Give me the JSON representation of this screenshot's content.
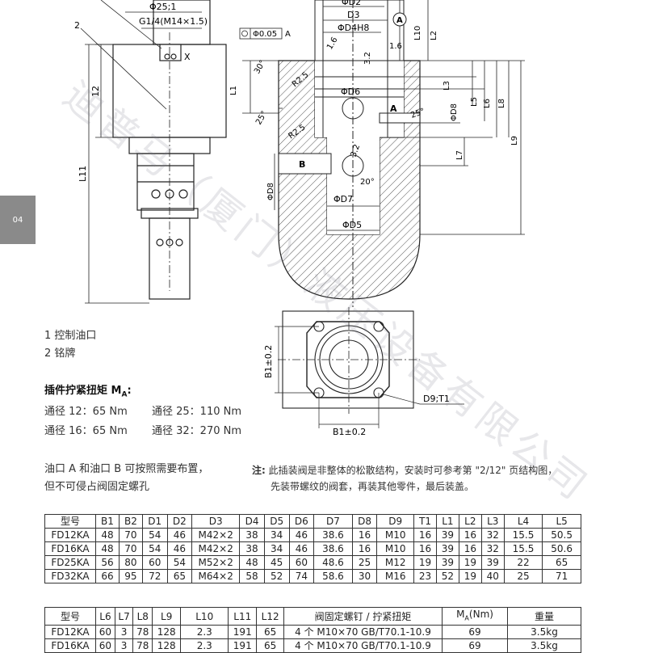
{
  "page_tab": "04",
  "drawing": {
    "labels": {
      "callout_2": "2",
      "phi25": "Φ25;1",
      "g14": "G1/4(M14×1.5)",
      "x_mark": "X",
      "dim_12": "12",
      "dim_l11": "L11",
      "phi_d2": "ΦD2",
      "d3": "D3",
      "phi_d4h8": "ΦD4H8",
      "datum_a": "A",
      "perp": "Φ0.05",
      "perp_ref": "A",
      "l10": "L10",
      "l2": "L2",
      "r16": "1.6",
      "r32": "3.2",
      "r16b": "1.6",
      "ang30": "30°",
      "l1": "L1",
      "r25a": "R2.5",
      "phi_d6": "ΦD6",
      "l3": "L3",
      "l5": "L5",
      "l6": "L6",
      "l8": "L8",
      "l9": "L9",
      "port_a": "A",
      "ang25a": "25°",
      "ang25b": "25°",
      "r25b": "R2.5",
      "phi_d8a": "ΦD8",
      "r32b": "3.2",
      "port_b": "B",
      "l7": "L7",
      "ang20": "20°",
      "phi_d8b": "ΦD8",
      "phi_d7": "ΦD7",
      "phi_d5": "ΦD5",
      "b1_vert": "B1±0.2",
      "b1_horiz": "B1±0.2",
      "d9t1": "D9;T1"
    }
  },
  "legend": {
    "item1": "1 控制油口",
    "item2": "2 铭牌"
  },
  "torque": {
    "title_main": "插件拧紧扭矩 M",
    "title_sub": "A",
    "title_tail": ":",
    "rows": [
      [
        "通径 12：65 Nm",
        "通径 25：110 Nm"
      ],
      [
        "通径 16：65 Nm",
        "通径 32：270 Nm"
      ]
    ]
  },
  "ports_note": {
    "line1": "油口 A 和油口 B 可按照需要布置，",
    "line2": "但不可侵占阀固定螺孔"
  },
  "assembly_note": {
    "label": "注:",
    "line1": "此插装阀是非整体的松散结构，安装时可参考第 \"2/12\" 页结构图，",
    "line2": "先装带螺纹的阀套，再装其他零件，最后装盖。"
  },
  "watermark": "迪普马（厦门）液压设备有限公司",
  "table1": {
    "headers": [
      "型号",
      "B1",
      "B2",
      "D1",
      "D2",
      "D3",
      "D4",
      "D5",
      "D6",
      "D7",
      "D8",
      "D9",
      "T1",
      "L1",
      "L2",
      "L3",
      "L4",
      "L5"
    ],
    "rows": [
      [
        "FD12KA",
        "48",
        "70",
        "54",
        "46",
        "M42×2",
        "38",
        "34",
        "46",
        "38.6",
        "16",
        "M10",
        "16",
        "39",
        "16",
        "32",
        "15.5",
        "50.5"
      ],
      [
        "FD16KA",
        "48",
        "70",
        "54",
        "46",
        "M42×2",
        "38",
        "34",
        "46",
        "38.6",
        "16",
        "M10",
        "16",
        "39",
        "16",
        "32",
        "15.5",
        "50.6"
      ],
      [
        "FD25KA",
        "56",
        "80",
        "60",
        "54",
        "M52×2",
        "48",
        "45",
        "60",
        "48.6",
        "25",
        "M12",
        "19",
        "39",
        "19",
        "39",
        "22",
        "65"
      ],
      [
        "FD32KA",
        "66",
        "95",
        "72",
        "65",
        "M64×2",
        "58",
        "52",
        "74",
        "58.6",
        "30",
        "M16",
        "23",
        "52",
        "19",
        "40",
        "25",
        "71"
      ]
    ]
  },
  "table2": {
    "headers": [
      "型号",
      "L6",
      "L7",
      "L8",
      "L9",
      "L10",
      "L11",
      "L12",
      "阀固定螺钉 / 拧紧扭矩",
      "M_A(Nm)",
      "重量"
    ],
    "ma_main": "M",
    "ma_sub": "A",
    "ma_tail": "(Nm)",
    "rows": [
      [
        "FD12KA",
        "60",
        "3",
        "78",
        "128",
        "2.3",
        "191",
        "65",
        "4 个 M10×70 GB/T70.1-10.9",
        "69",
        "3.5kg"
      ],
      [
        "FD16KA",
        "60",
        "3",
        "78",
        "128",
        "2.3",
        "191",
        "65",
        "4 个 M10×70 GB/T70.1-10.9",
        "69",
        "3.5kg"
      ]
    ]
  }
}
